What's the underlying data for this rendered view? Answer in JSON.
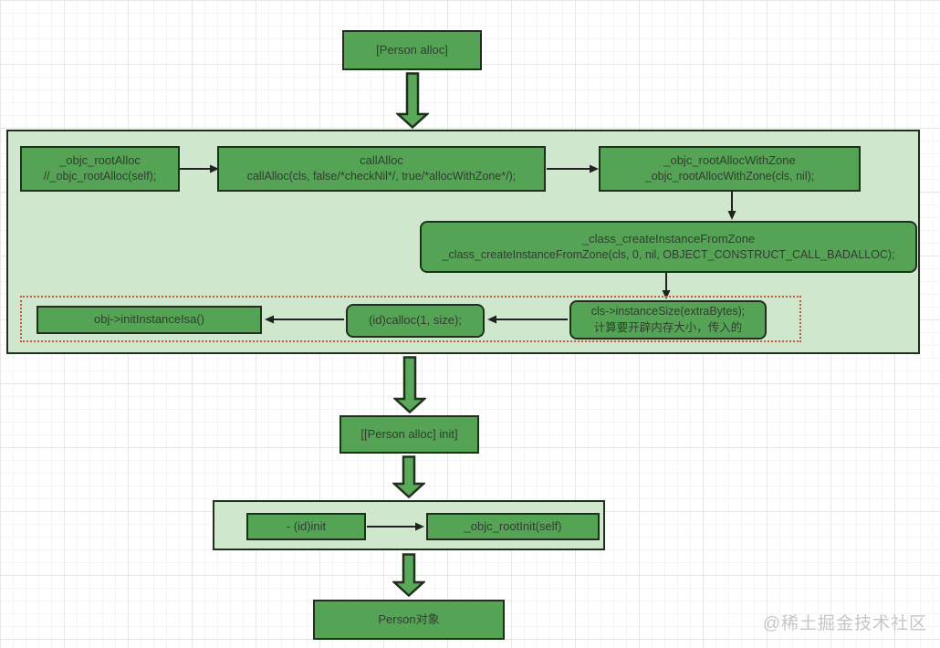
{
  "diagram": {
    "person_alloc": "[Person alloc]",
    "root_alloc": {
      "title": "_objc_rootAlloc",
      "code": "//_objc_rootAlloc(self);"
    },
    "call_alloc": {
      "title": "callAlloc",
      "code": "callAlloc(cls, false/*checkNil*/, true/*allocWithZone*/);"
    },
    "root_alloc_with_zone": {
      "title": "_objc_rootAllocWithZone",
      "code": "_objc_rootAllocWithZone(cls, nil);"
    },
    "create_instance_from_zone": {
      "title": "_class_createInstanceFromZone",
      "code": "_class_createInstanceFromZone(cls, 0, nil, OBJECT_CONSTRUCT_CALL_BADALLOC);"
    },
    "instance_size": {
      "code": "cls->instanceSize(extraBytes);",
      "note": "计算要开辟内存大小，传入的"
    },
    "calloc": "(id)calloc(1, size);",
    "init_instance_isa": "obj->initInstanceIsa()",
    "person_alloc_init": "[[Person alloc] init]",
    "id_init": "- (id)init",
    "root_init": "_objc_rootInit(self)",
    "person_object": "Person对象"
  },
  "watermark": "@稀土掘金技术社区",
  "colors": {
    "node_fill": "#55a455",
    "container_fill": "#cfe8cd",
    "border": "#20301d",
    "big_arrow_fill": "#5aa85a",
    "thin_arrow": "#212121",
    "highlight_dotted_border": "#c7593b"
  }
}
